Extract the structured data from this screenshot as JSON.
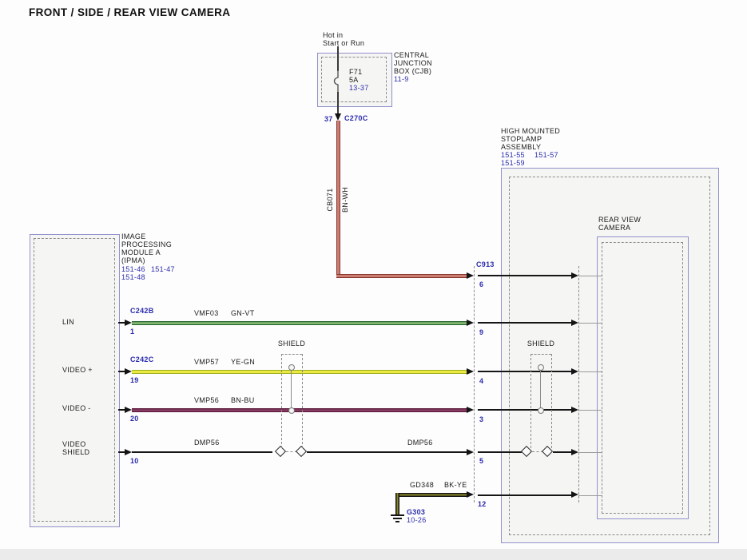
{
  "title": "FRONT / SIDE / REAR VIEW CAMERA",
  "colors": {
    "accent_blue": "#2b2bae",
    "box_border_blue": "#9191cc",
    "wire_power_red": "#8a332d",
    "wire_lin_green": "#2b6a33",
    "wire_video_plus_yellow": "#d8dc35",
    "wire_video_minus_maroon": "#76294f",
    "wire_ground_olive": "#8a8629",
    "wire_black": "#151515"
  },
  "power_feed": {
    "hot1": "Hot in",
    "hot2": "Start or Run",
    "fuse": {
      "name": "F71",
      "rating": "5A",
      "ref": "13-37"
    },
    "cjb": {
      "line1": "CENTRAL",
      "line2": "JUNCTION",
      "line3": "BOX (CJB)",
      "ref": "11-9"
    },
    "pin": "37",
    "connector": "C270C",
    "wire": {
      "circuit": "CB071",
      "code": "BN-WH"
    }
  },
  "ipma": {
    "line1": "IMAGE",
    "line2": "PROCESSING",
    "line3": "MODULE A",
    "line4": "(IPMA)",
    "ref1": "151-46",
    "ref2": "151-47",
    "ref3": "151-48",
    "connector_b": "C242B",
    "connector_c": "C242C"
  },
  "stoplamp": {
    "line1": "HIGH MOUNTED",
    "line2": "STOPLAMP",
    "line3": "ASSEMBLY",
    "ref1": "151-55",
    "ref2": "151-57",
    "ref3": "151-59",
    "connector": "C913"
  },
  "camera": {
    "line1": "REAR VIEW",
    "line2": "CAMERA"
  },
  "shield_left_label": "SHIELD",
  "shield_right_label": "SHIELD",
  "rows": {
    "power": {
      "pin_right": "6"
    },
    "lin": {
      "label": "LIN",
      "pin_left": "1",
      "circuit": "VMF03",
      "code": "GN-VT",
      "pin_right": "9"
    },
    "video_plus": {
      "label": "VIDEO +",
      "pin_left": "19",
      "circuit": "VMP57",
      "code": "YE-GN",
      "pin_right": "4"
    },
    "video_minus": {
      "label": "VIDEO -",
      "pin_left": "20",
      "circuit": "VMP56",
      "code": "BN-BU",
      "pin_right": "3"
    },
    "shield": {
      "label1": "VIDEO",
      "label2": "SHIELD",
      "pin_left": "10",
      "circuit_left": "DMP56",
      "circuit_right": "DMP56",
      "pin_right": "5"
    },
    "ground": {
      "circuit": "GD348",
      "code": "BK-YE",
      "pin_right": "12",
      "ground_id": "G303",
      "ground_ref": "10-26"
    }
  }
}
